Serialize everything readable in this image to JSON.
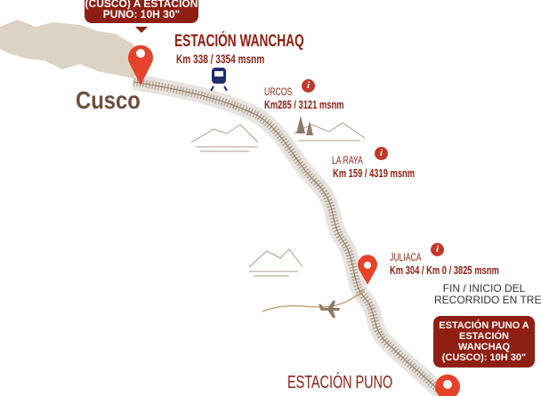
{
  "start_bubble": {
    "lines": [
      "(CUSCO) A ESTACIÓN",
      "PUNO: 10H 30\""
    ]
  },
  "city": "Cusco",
  "stations": {
    "wanchaq": {
      "name": "ESTACIÓN WANCHAQ",
      "detail": "Km 338 / 3354 msnm"
    },
    "urcos": {
      "name": "URCOS",
      "detail": "Km285 / 3121 msnm"
    },
    "la_raya": {
      "name": "LA RAYA",
      "detail": "Km 159 / 4319 msnm"
    },
    "juliaca": {
      "name": "JULIACA",
      "detail": "Km 304 / Km 0 / 3825 msnm"
    },
    "puno": {
      "name": "ESTACIÓN PUNO"
    }
  },
  "end_note": {
    "lines": [
      "FIN / INICIO DEL",
      "RECORRIDO EN TREN"
    ]
  },
  "end_bubble": {
    "lines": [
      "ESTACIÓN PUNO A",
      "ESTACIÓN WANCHAQ",
      "(CUSCO): 10H 30\""
    ]
  },
  "info_glyph": "i",
  "colors": {
    "accent": "#8e1f12",
    "pin": "#e5432a",
    "train": "#1f2d6b",
    "land": "#ddd3c3",
    "track": "#a48f78"
  }
}
